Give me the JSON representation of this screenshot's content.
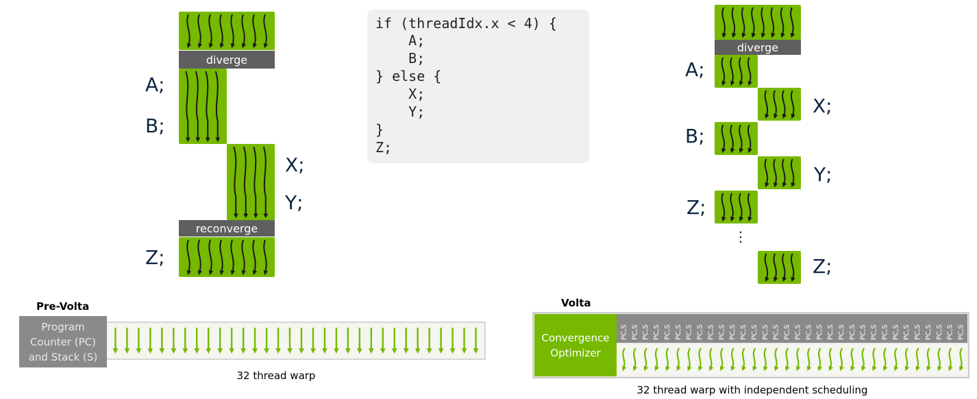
{
  "colors": {
    "green": "#76b900",
    "green_dark": "#3f7a10",
    "gray_bar": "#5f5f5f",
    "gray_box": "#8a8a8a",
    "code_bg": "#f0f0f0",
    "text_dark": "#0d2440"
  },
  "pre_volta_flow": {
    "diverge_label": "diverge",
    "reconverge_label": "reconverge",
    "labels": {
      "a": "A;",
      "b": "B;",
      "x": "X;",
      "y": "Y;",
      "z": "Z;"
    }
  },
  "code_snippet": {
    "lines": [
      "if (threadIdx.x < 4) {",
      "    A;",
      "    B;",
      "} else {",
      "    X;",
      "    Y;",
      "}",
      "Z;"
    ]
  },
  "volta_flow": {
    "diverge_label": "diverge",
    "labels": {
      "a": "A;",
      "x": "X;",
      "b": "B;",
      "y": "Y;",
      "z1": "Z;",
      "ellipsis": "⋮",
      "z2": "Z;"
    }
  },
  "pre_volta_warp": {
    "title": "Pre-Volta",
    "box_lines": [
      "Program",
      "Counter (PC)",
      "and Stack (S)"
    ],
    "caption": "32 thread warp",
    "thread_count": 32
  },
  "volta_warp": {
    "title": "Volta",
    "box_lines": [
      "Convergence",
      "Optimizer"
    ],
    "pcs_label": "PC,S",
    "caption": "32 thread warp with independent scheduling",
    "thread_count": 32
  }
}
